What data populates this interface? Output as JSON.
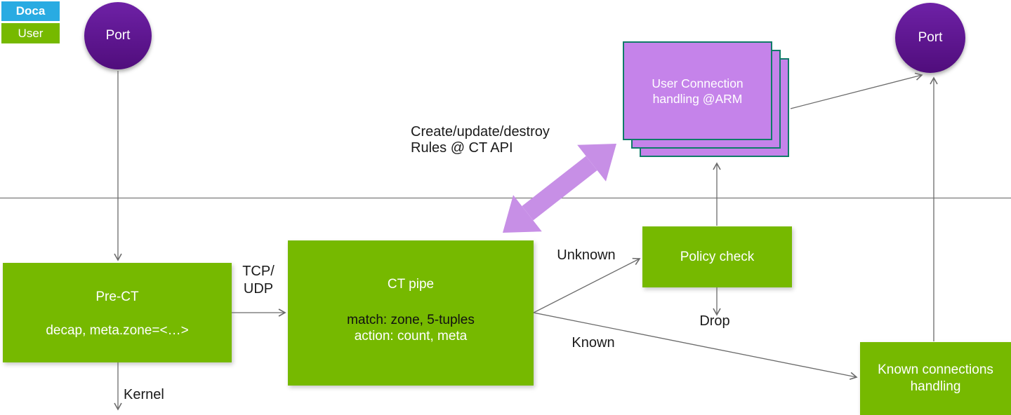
{
  "legend": {
    "doca_label": "Doca",
    "user_label": "User"
  },
  "nodes": {
    "port_left_label": "Port",
    "port_right_label": "Port",
    "user_connection": {
      "line1": "User Connection",
      "line2": "handling @ARM"
    },
    "pre_ct": {
      "title": "Pre-CT",
      "detail": "decap, meta.zone=<…>"
    },
    "ct_pipe": {
      "title": "CT pipe",
      "match": "match: zone, 5-tuples",
      "action": "action: count, meta"
    },
    "policy_check_label": "Policy check",
    "known_connections": {
      "line1": "Known connections",
      "line2": "handling"
    }
  },
  "edge_labels": {
    "create_rules_line1": "Create/update/destroy",
    "create_rules_line2": "Rules @ CT API",
    "tcp_udp_line1": "TCP/",
    "tcp_udp_line2": "UDP",
    "unknown": "Unknown",
    "known": "Known",
    "drop": "Drop",
    "kernel": "Kernel"
  },
  "colors": {
    "nvidia_green": "#76b900",
    "doca_cyan": "#29abe2",
    "port_purple": "#570e89",
    "stack_fill": "#c583ea",
    "stack_border": "#0f7c68",
    "rules_arrow_purple": "#c78fe6",
    "connector_gray": "#6b6b6b"
  }
}
